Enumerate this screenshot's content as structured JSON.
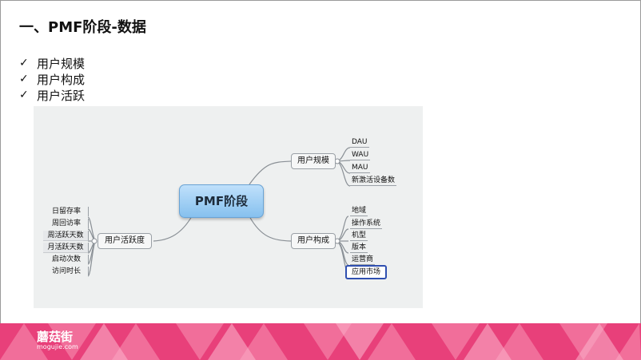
{
  "title": "一、PMF阶段-数据",
  "checklist": [
    "用户规模",
    "用户构成",
    "用户活跃"
  ],
  "mindmap": {
    "central": "PMF阶段",
    "branches": {
      "scale": {
        "label": "用户规模",
        "leaves": [
          "DAU",
          "WAU",
          "MAU",
          "新激活设备数"
        ]
      },
      "composition": {
        "label": "用户构成",
        "leaves": [
          "地域",
          "操作系统",
          "机型",
          "版本",
          "运营商"
        ],
        "highlighted_leaf": "应用市场"
      },
      "activity": {
        "label": "用户活跃度",
        "leaves": [
          "日留存率",
          "周回访率",
          "周活跃天数",
          "月活跃天数",
          "启动次数",
          "访问时长"
        ]
      }
    }
  },
  "footer": {
    "logo_cn": "蘑菇街",
    "logo_en": "mogujie.com",
    "colors": {
      "band_main": "#e8407a",
      "band_light": "#f7a3c0"
    }
  }
}
